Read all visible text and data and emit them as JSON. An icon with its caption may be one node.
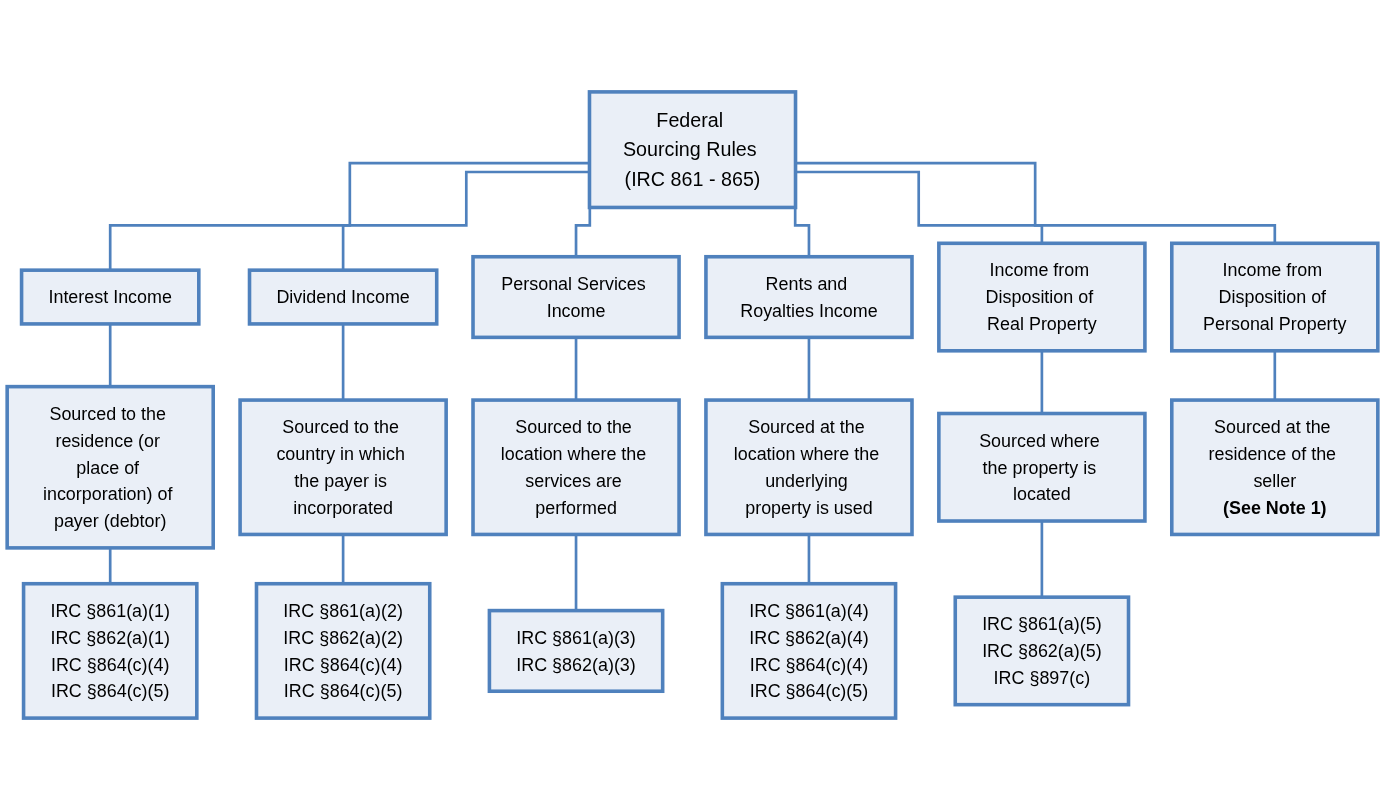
{
  "diagram": {
    "nodes": [
      {
        "text": [
          "Federal Sourcing Rules (IRC 861 - 865)"
        ]
      },
      {
        "text": [
          "Interest Income"
        ]
      },
      {
        "text": [
          "Dividend Income"
        ]
      },
      {
        "text": [
          "Personal Services Income"
        ]
      },
      {
        "text": [
          "Rents and Royalties Income"
        ]
      },
      {
        "text": [
          "Income from Disposition of Real Property"
        ]
      },
      {
        "text": [
          "Income from Disposition of Personal Property"
        ]
      },
      {
        "text": [
          "Sourced to the residence (or place of incorporation) of payer (debtor)"
        ]
      },
      {
        "text": [
          "Sourced to the country in which the payer is incorporated"
        ]
      },
      {
        "text": [
          "Sourced to the location where the services are performed"
        ]
      },
      {
        "text": [
          "Sourced at the location where the underlying property is used"
        ]
      },
      {
        "text": [
          "Sourced where the property is located"
        ]
      },
      {
        "text": [
          "Sourced at the residence of the seller",
          "**(See Note 1)**"
        ]
      },
      {
        "text": [
          "IRC §861(a)(1)",
          "IRC §862(a)(1)",
          "IRC §864(c)(4)",
          "IRC §864(c)(5)"
        ]
      },
      {
        "text": [
          "IRC §861(a)(2)",
          "IRC §862(a)(2)",
          "IRC §864(c)(4)",
          "IRC §864(c)(5)"
        ]
      },
      {
        "text": [
          "IRC §861(a)(3)",
          "IRC §862(a)(3)"
        ]
      },
      {
        "text": [
          "IRC §861(a)(4)",
          "IRC §862(a)(4)",
          "IRC §864(c)(4)",
          "IRC §864(c)(5)"
        ]
      },
      {
        "text": [
          "IRC §861(a)(5)",
          "IRC §862(a)(5)",
          "IRC §897(c)"
        ]
      }
    ],
    "edges": [
      {
        "from": 0,
        "to": 1,
        "arrow": "none"
      },
      {
        "from": 0,
        "to": 2,
        "arrow": "none"
      },
      {
        "from": 0,
        "to": 3,
        "arrow": "none"
      },
      {
        "from": 0,
        "to": 4,
        "arrow": "none"
      },
      {
        "from": 0,
        "to": 5,
        "arrow": "none"
      },
      {
        "from": 0,
        "to": 6,
        "arrow": "none"
      },
      {
        "from": 1,
        "to": 7,
        "arrow": "none"
      },
      {
        "from": 2,
        "to": 8,
        "arrow": "none"
      },
      {
        "from": 3,
        "to": 9,
        "arrow": "none"
      },
      {
        "from": 4,
        "to": 10,
        "arrow": "none"
      },
      {
        "from": 5,
        "to": 11,
        "arrow": "none"
      },
      {
        "from": 6,
        "to": 12,
        "arrow": "none"
      },
      {
        "from": 7,
        "to": 13,
        "arrow": "none"
      },
      {
        "from": 8,
        "to": 14,
        "arrow": "none"
      },
      {
        "from": 9,
        "to": 15,
        "arrow": "none"
      },
      {
        "from": 10,
        "to": 16,
        "arrow": "none"
      },
      {
        "from": 11,
        "to": 17,
        "arrow": "none"
      }
    ]
  }
}
